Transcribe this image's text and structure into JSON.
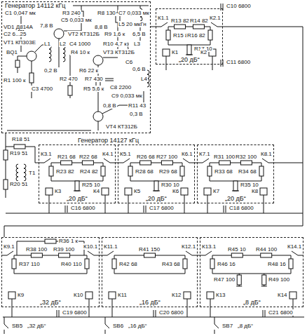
{
  "diagram": {
    "nodes": [
      {
        "text": [
          "Генератор 14112 кГц"
        ]
      },
      {
        "text": [
          "„20 дБ“"
        ]
      },
      {
        "text": [
          "„20 дБ“"
        ]
      },
      {
        "text": [
          "„20 дБ“"
        ]
      },
      {
        "text": [
          "„20 дБ“"
        ]
      },
      {
        "text": [
          "„32 дБ“"
        ]
      },
      {
        "text": [
          "„16 дБ“"
        ]
      },
      {
        "text": [
          "„8 дБ“"
        ]
      }
    ],
    "edges": [
      {
        "from": 0,
        "to": 1,
        "arrow": "none"
      },
      {
        "from": 2,
        "to": 3,
        "arrow": "none"
      },
      {
        "from": 3,
        "to": 4,
        "arrow": "none"
      },
      {
        "from": 5,
        "to": 6,
        "arrow": "none"
      },
      {
        "from": 6,
        "to": 7,
        "arrow": "none"
      }
    ],
    "labels": [
      "C1 0,047 мк",
      "R3 240",
      "R8 130",
      "C7 0,033 мк",
      "C5 0,033 мк",
      "7,8 В",
      "VD1 Д814А",
      "8,8 В",
      "L5 20 мкГн",
      "C2 6...25",
      "VT2 КТ312Б",
      "R9 1,6 к",
      "6,5 В",
      "VT1 КП303Е",
      "L1",
      "L2",
      "C4 1000",
      "R10 4,7 к",
      "L3",
      "BQ1",
      "R4 10 к",
      "VT3 КТ312Б",
      "C6",
      "0,6 В",
      "0,2 В",
      "R6 22 к",
      "R1 100 к",
      "R2 470",
      "R7 430",
      "L4",
      "C3 4700",
      "R5 5,6 к",
      "C8 2200",
      "C9 0,033 мк",
      "0,8 В",
      "R11 43",
      "0,3 В",
      "VT4 КТ312Б",
      "К1.1",
      "К2.1",
      "R13 82",
      "R14 82",
      "R15 82",
      "R16 82",
      "R17 10",
      "К1",
      "К2",
      "C10 6800",
      "C11 6800",
      "R18 51",
      "R19 51",
      "T1",
      "R20 51",
      "Генератор 14127 кГц",
      "К3.1",
      "К4.1",
      "R21 68",
      "R22 68",
      "R23 82",
      "R24 82",
      "R25 10",
      "К3",
      "К4",
      "C16 6800",
      "К5.1",
      "К6.1",
      "R26 68",
      "R27 100",
      "R28 68",
      "R29 68",
      "R30 10",
      "К5",
      "К6",
      "C17 6800",
      "К7.1",
      "К8.1",
      "R31 100",
      "R32 100",
      "R33 68",
      "R34 68",
      "R35 10",
      "К7",
      "К8",
      "C18 6800",
      "К9.1",
      "К10.1",
      "R36 1 к",
      "R38 100",
      "R39 100",
      "R37 110",
      "R40 110",
      "К9",
      "К10",
      "C19 6800",
      "SB5",
      "„32 дБ“",
      "К11.1",
      "К12.1",
      "R41 150",
      "R42 68",
      "R43 68",
      "К11",
      "К12",
      "C20 6800",
      "SB6",
      "„16 дБ“",
      "К13.1",
      "К14.1",
      "R45 10",
      "R44 100",
      "R46 16",
      "R48 16",
      "R47 100",
      "R49 100",
      "К13",
      "К14",
      "C21 6800",
      "SB7",
      "„8 дБ“"
    ]
  }
}
